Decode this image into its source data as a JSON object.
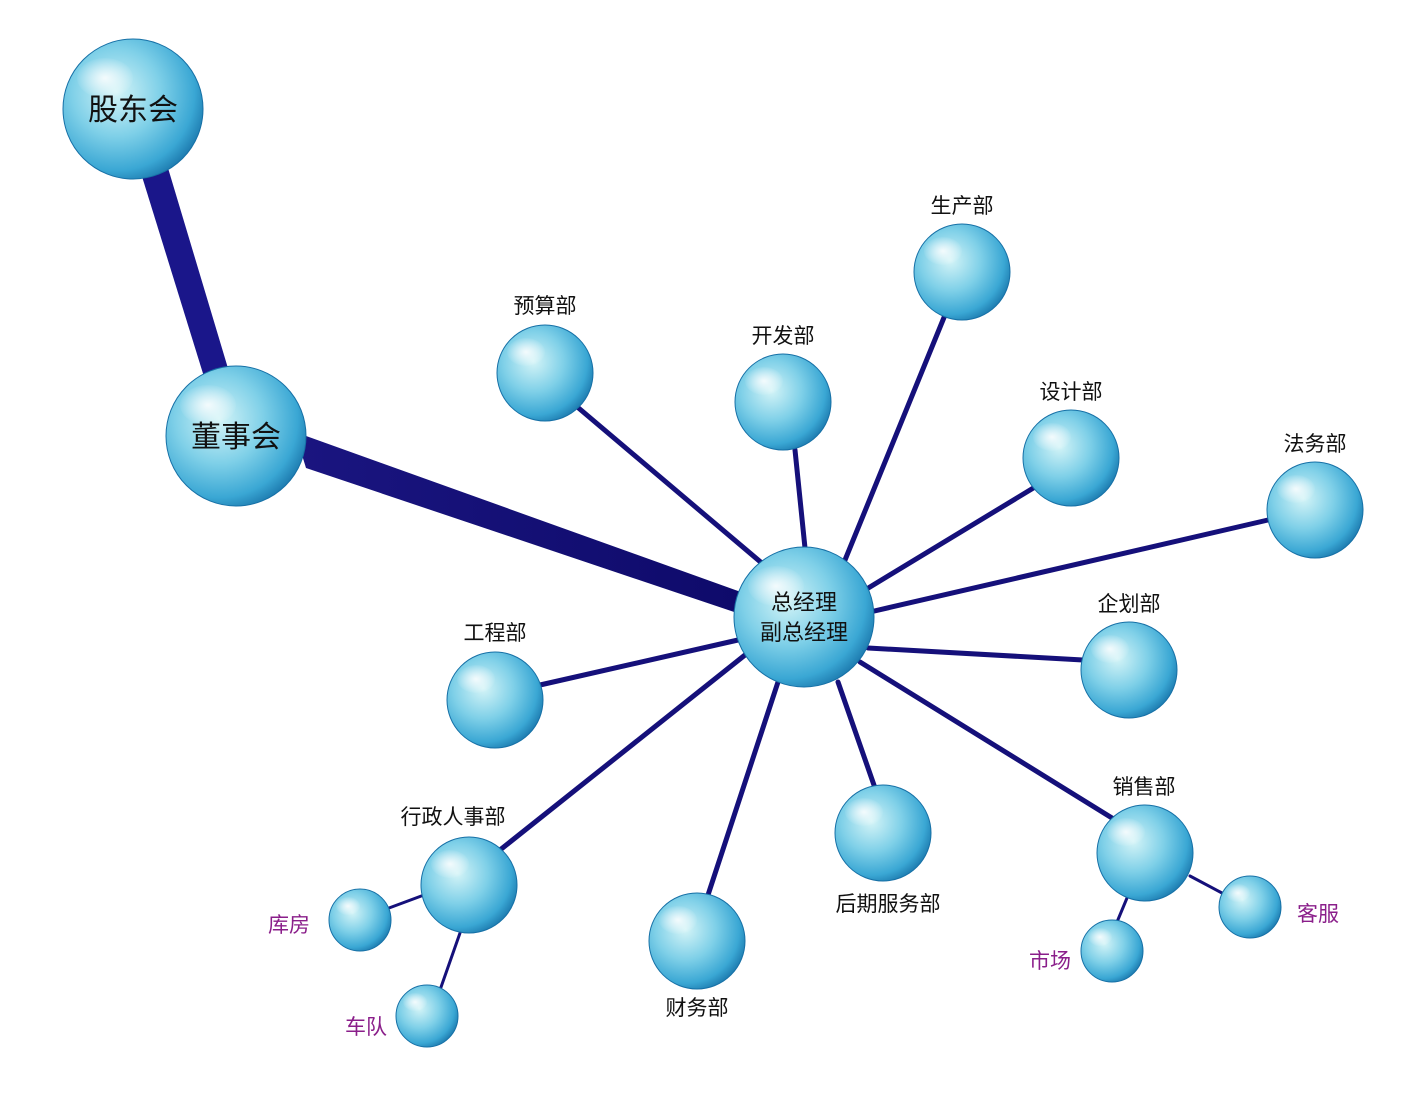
{
  "colors": {
    "edge": "#15107a",
    "sub_label": "#8a1e8a",
    "node_light": "#d4f4f7",
    "node_mid": "#4bb9dd",
    "node_dark": "#1670a6"
  },
  "nodes": {
    "shareholders": {
      "label": "股东会"
    },
    "board": {
      "label": "董事会"
    },
    "gm": {
      "line1": "总经理",
      "line2": "副总经理"
    },
    "budget": {
      "label": "预算部"
    },
    "dev": {
      "label": "开发部"
    },
    "production": {
      "label": "生产部"
    },
    "design": {
      "label": "设计部"
    },
    "legal": {
      "label": "法务部"
    },
    "planning": {
      "label": "企划部"
    },
    "engineering": {
      "label": "工程部"
    },
    "admin_hr": {
      "label": "行政人事部"
    },
    "finance": {
      "label": "财务部"
    },
    "after_sales": {
      "label": "后期服务部"
    },
    "sales": {
      "label": "销售部"
    },
    "warehouse": {
      "label": "库房"
    },
    "fleet": {
      "label": "车队"
    },
    "market": {
      "label": "市场"
    },
    "customer_service": {
      "label": "客服"
    }
  }
}
